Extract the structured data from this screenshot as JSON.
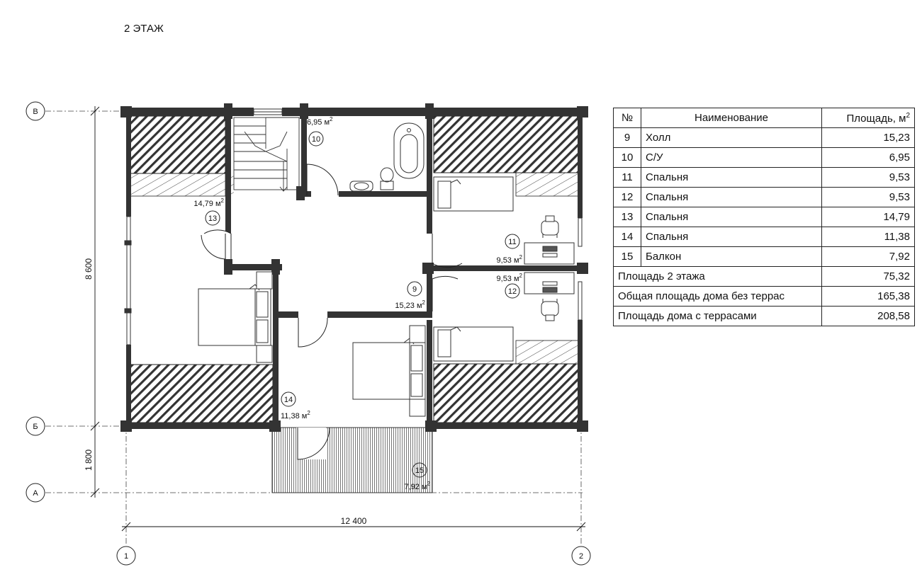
{
  "page_title": "2 ЭТАЖ",
  "axes": {
    "B": "В",
    "Bv": "Б",
    "A": "А",
    "one": "1",
    "two": "2"
  },
  "dimensions": {
    "width": "12 400",
    "depth_main": "8 600",
    "depth_balcony": "1 800"
  },
  "unit": "м",
  "unit_power": "2",
  "rooms": [
    {
      "no": "9",
      "area": "15,23"
    },
    {
      "no": "10",
      "area": "6,95"
    },
    {
      "no": "11",
      "area": "9,53"
    },
    {
      "no": "12",
      "area": "9,53"
    },
    {
      "no": "13",
      "area": "14,79"
    },
    {
      "no": "14",
      "area": "11,38"
    },
    {
      "no": "15",
      "area": "7,92"
    }
  ],
  "table": {
    "header": {
      "no": "№",
      "name": "Наименование",
      "area": "Площадь, м",
      "area_sup": "2"
    },
    "rows": [
      {
        "no": "9",
        "name": "Холл",
        "area": "15,23"
      },
      {
        "no": "10",
        "name": "С/У",
        "area": "6,95"
      },
      {
        "no": "11",
        "name": "Спальня",
        "area": "9,53"
      },
      {
        "no": "12",
        "name": "Спальня",
        "area": "9,53"
      },
      {
        "no": "13",
        "name": "Спальня",
        "area": "14,79"
      },
      {
        "no": "14",
        "name": "Спальня",
        "area": "11,38"
      },
      {
        "no": "15",
        "name": "Балкон",
        "area": "7,92"
      }
    ],
    "summary": [
      {
        "label": "Площадь 2 этажа",
        "value": "75,32"
      },
      {
        "label": "Общая площадь дома без террас",
        "value": "165,38"
      },
      {
        "label": "Площадь дома с террасами",
        "value": "208,58"
      }
    ]
  }
}
